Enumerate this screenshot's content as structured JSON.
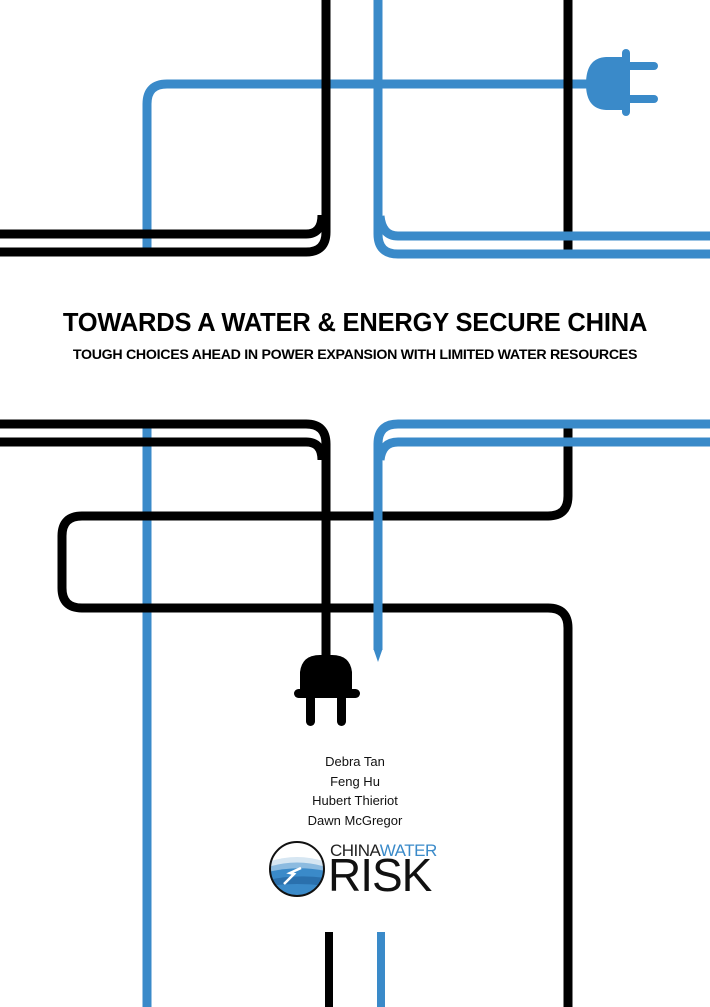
{
  "document": {
    "title": "TOWARDS A WATER & ENERGY SECURE CHINA",
    "subtitle": "TOUGH CHOICES AHEAD IN POWER EXPANSION WITH LIMITED WATER RESOURCES",
    "authors": [
      "Debra Tan",
      "Feng Hu",
      "Hubert Thieriot",
      "Dawn McGregor"
    ]
  },
  "logo": {
    "word_a": "CHINA",
    "word_b": "WATER",
    "word_main": "RISK",
    "icon": "water-globe-icon"
  },
  "colors": {
    "blue": "#3a8ac9",
    "black": "#000000",
    "background": "#ffffff"
  },
  "illustration": {
    "icons": [
      "blue-plug-icon",
      "black-plug-icon"
    ]
  }
}
